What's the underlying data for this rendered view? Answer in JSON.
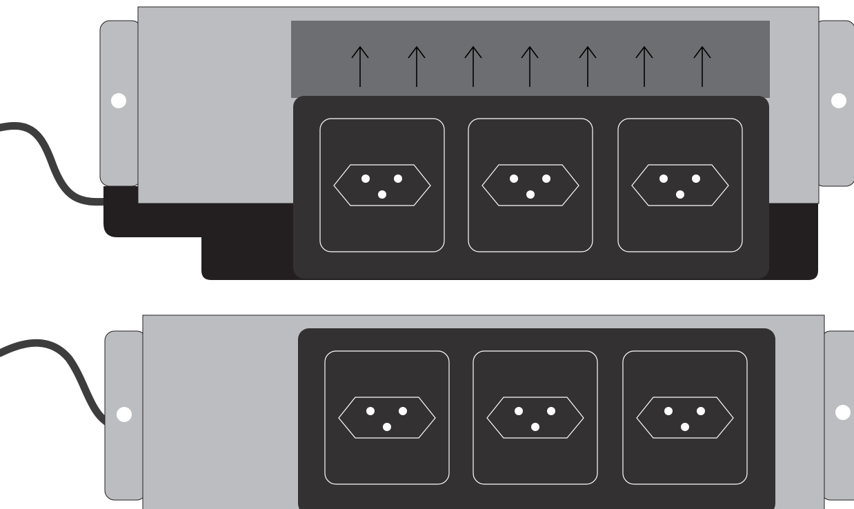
{
  "colors": {
    "background": "#ffffff",
    "housing": "#bcbdc0",
    "housing_stroke": "#231f20",
    "socket_panel": "#333132",
    "socket_outline": "#ffffff",
    "base_shadow": "#231f20",
    "cable": "#3d3d3d",
    "raised_cover": "#6d6e71",
    "arrow": "#000000",
    "mount_hole": "#ffffff"
  },
  "diagram": {
    "units": [
      {
        "name": "power-strip-raised",
        "state": "cover raised",
        "sockets": 3,
        "socket_type": "three-pin",
        "arrows": {
          "count": 7,
          "direction": "up",
          "icon": "arrow-up-icon"
        },
        "mount_holes": 2
      },
      {
        "name": "power-strip-closed",
        "state": "cover closed",
        "sockets": 3,
        "socket_type": "three-pin",
        "mount_holes": 2
      }
    ]
  }
}
